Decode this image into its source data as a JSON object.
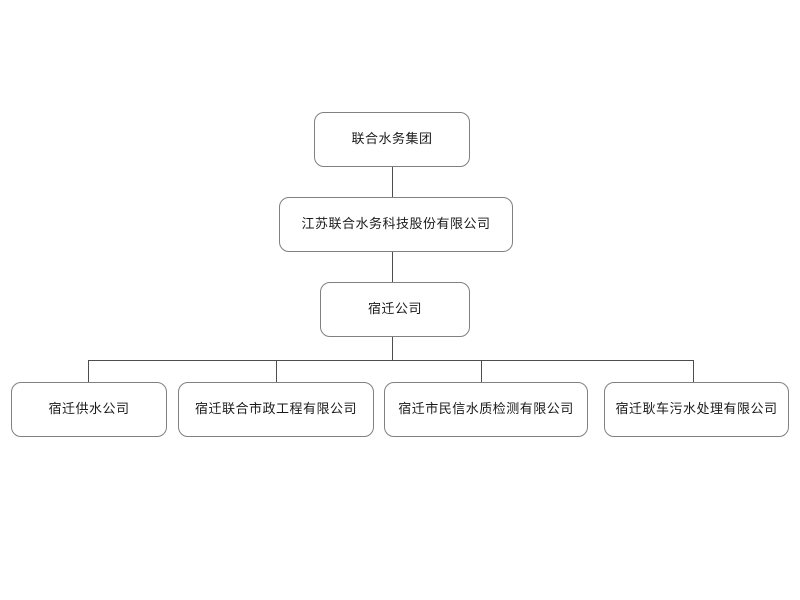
{
  "diagram": {
    "type": "org-chart",
    "title": "",
    "background_color": "#ffffff",
    "node_border_color": "#808080",
    "node_fill_color": "#ffffff",
    "connector_color": "#4d4d4d",
    "levels": [
      {
        "level": 1,
        "nodes": [
          {
            "id": "group",
            "label": "联合水务集团"
          }
        ]
      },
      {
        "level": 2,
        "nodes": [
          {
            "id": "jiangsu",
            "label": "江苏联合水务科技股份有限公司"
          }
        ]
      },
      {
        "level": 3,
        "nodes": [
          {
            "id": "suqian",
            "label": "宿迁公司"
          }
        ]
      },
      {
        "level": 4,
        "nodes": [
          {
            "id": "water-supply",
            "label": "宿迁供水公司"
          },
          {
            "id": "municipal-engineering",
            "label": "宿迁联合市政工程有限公司"
          },
          {
            "id": "water-quality-testing",
            "label": "宿迁市民信水质检测有限公司"
          },
          {
            "id": "gengche-sewage",
            "label": "宿迁耿车污水处理有限公司"
          }
        ]
      }
    ]
  }
}
